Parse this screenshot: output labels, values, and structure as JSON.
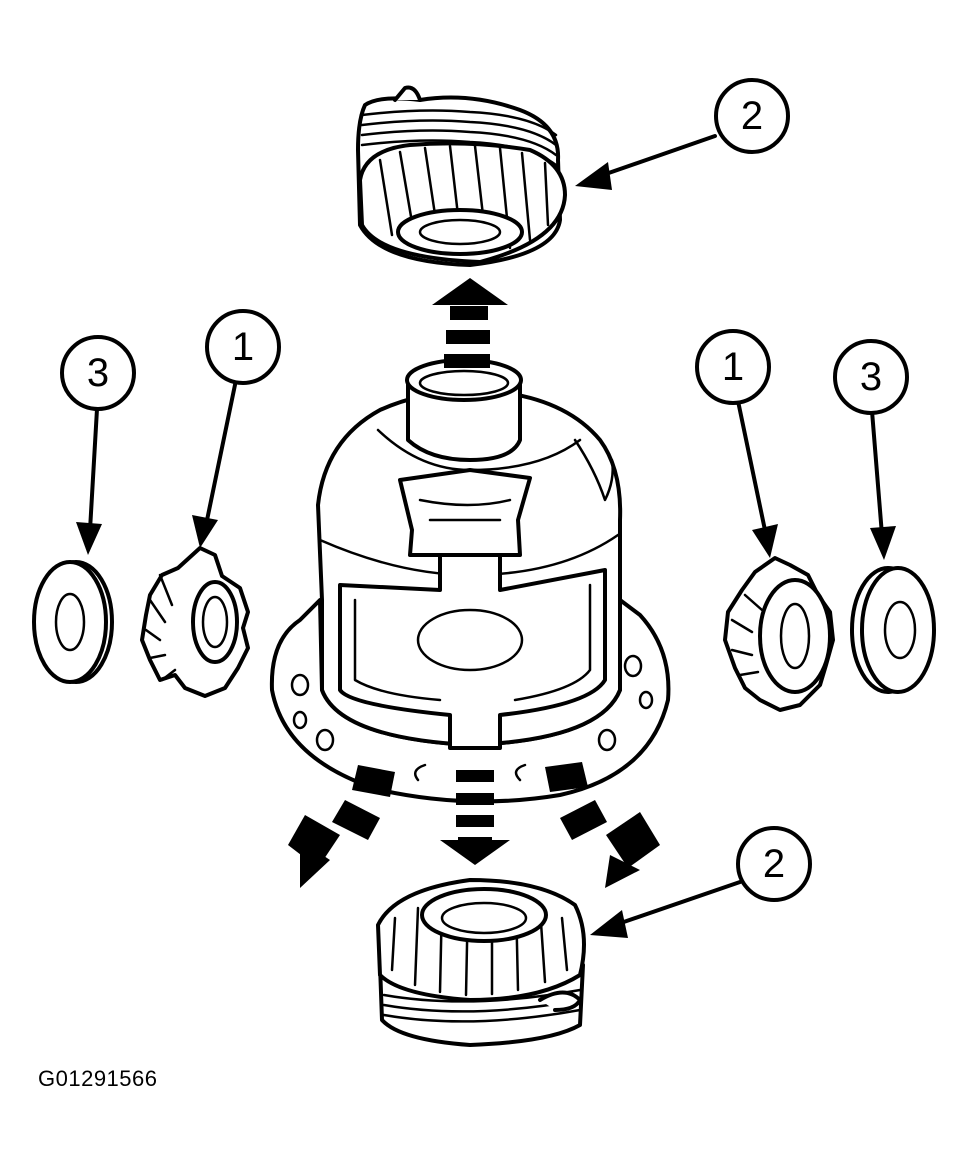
{
  "figure_code": "G01291566",
  "callouts": [
    {
      "label": "1"
    },
    {
      "label": "1"
    },
    {
      "label": "2"
    },
    {
      "label": "2"
    },
    {
      "label": "3"
    },
    {
      "label": "3"
    }
  ],
  "parts": {
    "pinion_gear": "1",
    "side_gear": "2",
    "thrust_washer": "3"
  },
  "colors": {
    "ink": "#000000",
    "paper": "#ffffff"
  }
}
